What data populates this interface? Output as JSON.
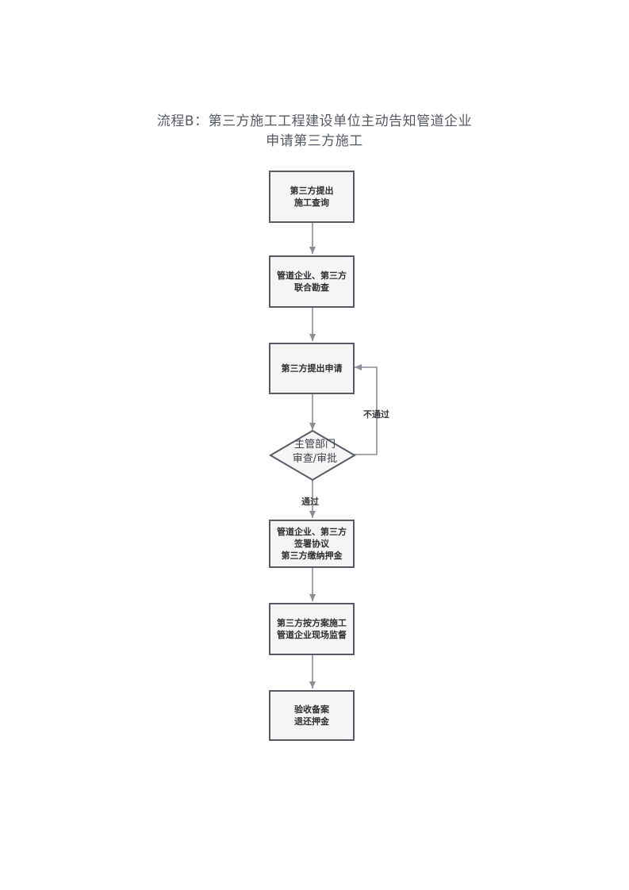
{
  "title": {
    "line1": "流程B：第三方施工工程建设单位主动告知管道企业",
    "line2": "申请第三方施工"
  },
  "steps": {
    "step1": {
      "line1": "第三方提出",
      "line2": "施工查询"
    },
    "step2": {
      "line1": "管道企业、第三方",
      "line2": "联合勘查"
    },
    "step3": {
      "line1": "第三方提出申请"
    },
    "decision": {
      "line1": "主管部门",
      "line2": "审查/审批"
    },
    "step4": {
      "line1": "管道企业、第三方",
      "line2": "签署协议",
      "line3": "第三方缴纳押金"
    },
    "step5": {
      "line1": "第三方按方案施工",
      "line2": "管道企业现场监督"
    },
    "step6": {
      "line1": "验收备案",
      "line2": "退还押金"
    }
  },
  "labels": {
    "reject": "不通过",
    "approve": "通过"
  }
}
